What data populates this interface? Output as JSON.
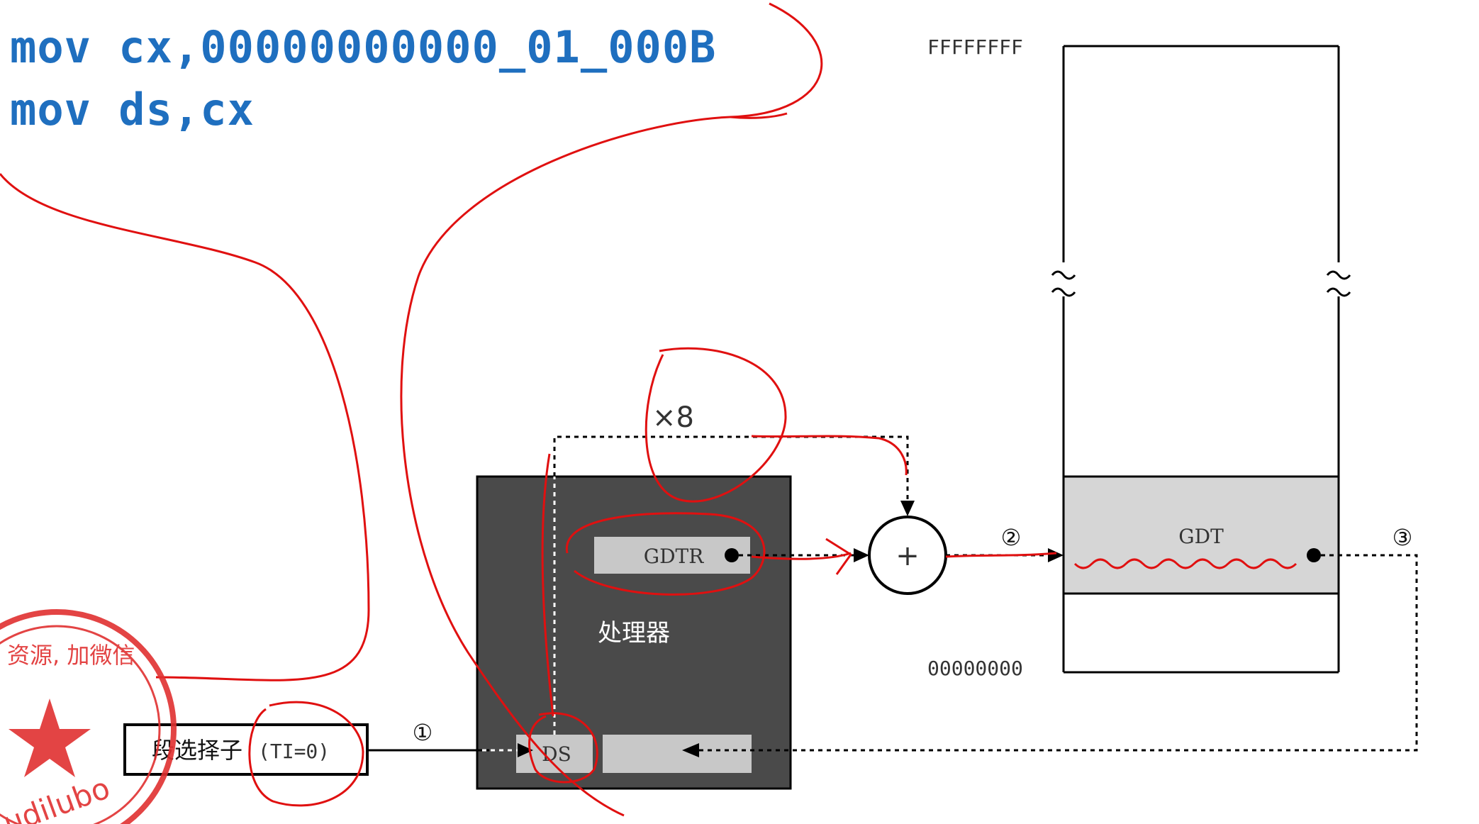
{
  "code": {
    "line1": "mov cx,00000000000_01_000B",
    "line2": "mov ds,cx"
  },
  "memory": {
    "top_address": "FFFFFFFF",
    "bottom_address": "00000000",
    "gdt_label": "GDT"
  },
  "processor": {
    "label": "处理器",
    "gdtr_label": "GDTR",
    "ds_label": "DS"
  },
  "selector": {
    "label_cn": "段选择子",
    "label_ti": "(TI=0)"
  },
  "operators": {
    "multiply": "×8",
    "plus": "+"
  },
  "steps": {
    "step1": "①",
    "step2": "②",
    "step3": "③"
  },
  "stamp": {
    "top_text": "资源, 加微信",
    "bottom_text": "udilubo"
  },
  "colors": {
    "code_blue": "#1f6fbf",
    "annotation_red": "#e01010",
    "processor_dark": "#4a4a4a",
    "register_gray": "#c8c8c8",
    "gdt_gray": "#d6d6d6"
  }
}
